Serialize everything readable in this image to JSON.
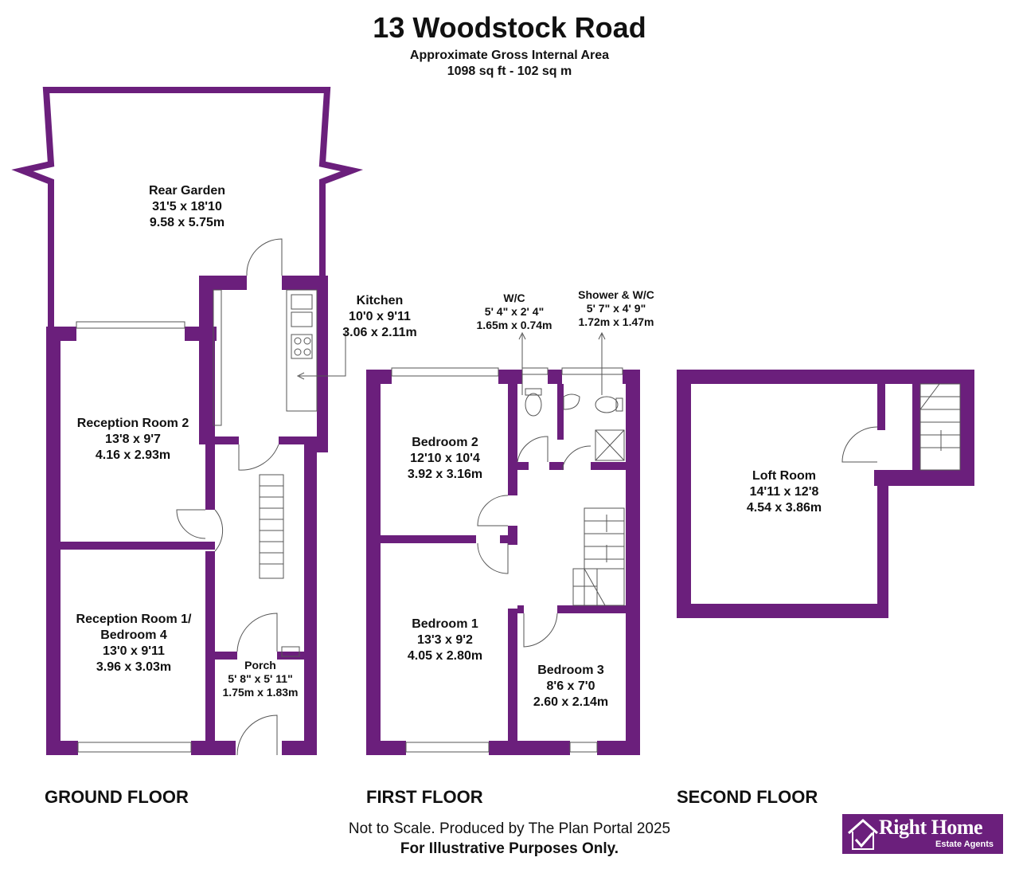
{
  "header": {
    "title": "13 Woodstock Road",
    "subtitle_line1": "Approximate Gross Internal Area",
    "subtitle_line2": "1098 sq ft - 102 sq m"
  },
  "colors": {
    "wall": "#6b1f7c",
    "fixture": "#555555"
  },
  "floors": {
    "ground": "GROUND FLOOR",
    "first": "FIRST FLOOR",
    "second": "SECOND FLOOR"
  },
  "rooms": {
    "rear_garden": {
      "name": "Rear Garden",
      "imperial": "31'5 x 18'10",
      "metric": "9.58 x 5.75m"
    },
    "kitchen": {
      "name": "Kitchen",
      "imperial": "10'0 x 9'11",
      "metric": "3.06 x 2.11m"
    },
    "reception2": {
      "name": "Reception Room 2",
      "imperial": "13'8 x 9'7",
      "metric": "4.16 x 2.93m"
    },
    "reception1": {
      "name": "Reception Room 1/",
      "name2": "Bedroom 4",
      "imperial": "13'0 x 9'11",
      "metric": "3.96 x 3.03m"
    },
    "porch": {
      "name": "Porch",
      "imperial": "5' 8\" x 5' 11\"",
      "metric": "1.75m x 1.83m"
    },
    "wc": {
      "name": "W/C",
      "imperial": "5' 4\" x 2' 4\"",
      "metric": "1.65m x 0.74m"
    },
    "shower": {
      "name": "Shower & W/C",
      "imperial": "5' 7\" x 4' 9\"",
      "metric": "1.72m x 1.47m"
    },
    "bedroom2": {
      "name": "Bedroom 2",
      "imperial": "12'10 x 10'4",
      "metric": "3.92 x 3.16m"
    },
    "bedroom1": {
      "name": "Bedroom 1",
      "imperial": "13'3 x 9'2",
      "metric": "4.05 x 2.80m"
    },
    "bedroom3": {
      "name": "Bedroom 3",
      "imperial": "8'6 x 7'0",
      "metric": "2.60 x 2.14m"
    },
    "loft": {
      "name": "Loft Room",
      "imperial": "14'11 x 12'8",
      "metric": "4.54 x 3.86m"
    }
  },
  "footer": {
    "line1": "Not to Scale. Produced by The Plan Portal 2025",
    "line2": "For Illustrative Purposes Only."
  },
  "logo": {
    "brand": "Right Home",
    "tagline": "Estate Agents",
    "icon": "house-check-icon"
  }
}
